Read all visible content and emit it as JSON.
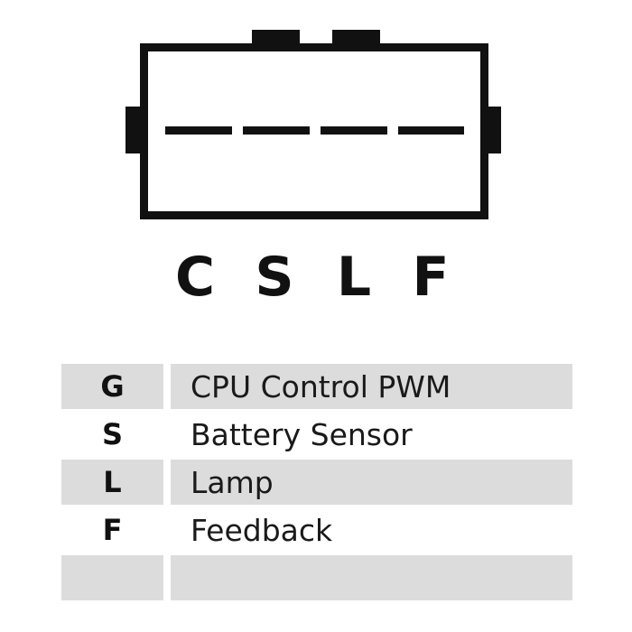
{
  "connector": {
    "pins": [
      "C",
      "S",
      "L",
      "F"
    ]
  },
  "legend": {
    "rows": [
      {
        "letter": "G",
        "description": "CPU Control PWM",
        "shaded": true
      },
      {
        "letter": "S",
        "description": "Battery Sensor",
        "shaded": false
      },
      {
        "letter": "L",
        "description": "Lamp",
        "shaded": true
      },
      {
        "letter": "F",
        "description": "Feedback",
        "shaded": false
      },
      {
        "letter": "",
        "description": "",
        "shaded": true
      }
    ]
  }
}
